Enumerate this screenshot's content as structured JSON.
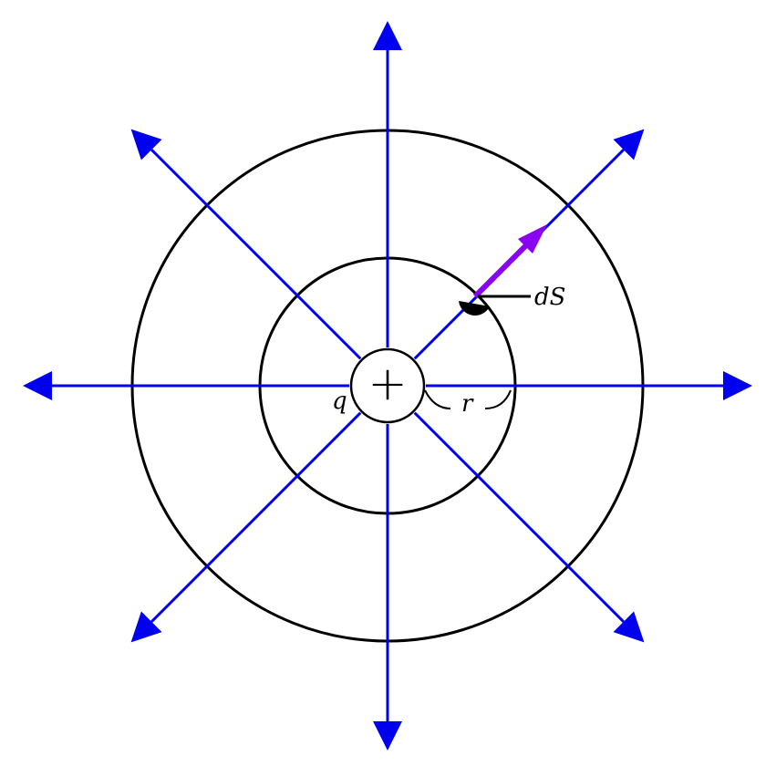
{
  "diagram": {
    "charge": {
      "sign_symbol": "+",
      "label": "q"
    },
    "radius_label": "r",
    "area_element_label": "dS",
    "field_line_count": 8,
    "colors": {
      "field_lines": "#0000ee",
      "surface_vector": "#8a00f0",
      "circles": "#000000",
      "background": "#ffffff"
    },
    "icons": {
      "field_arrowhead": "triangle-arrowhead-icon",
      "area_patch": "half-disc-icon"
    }
  }
}
